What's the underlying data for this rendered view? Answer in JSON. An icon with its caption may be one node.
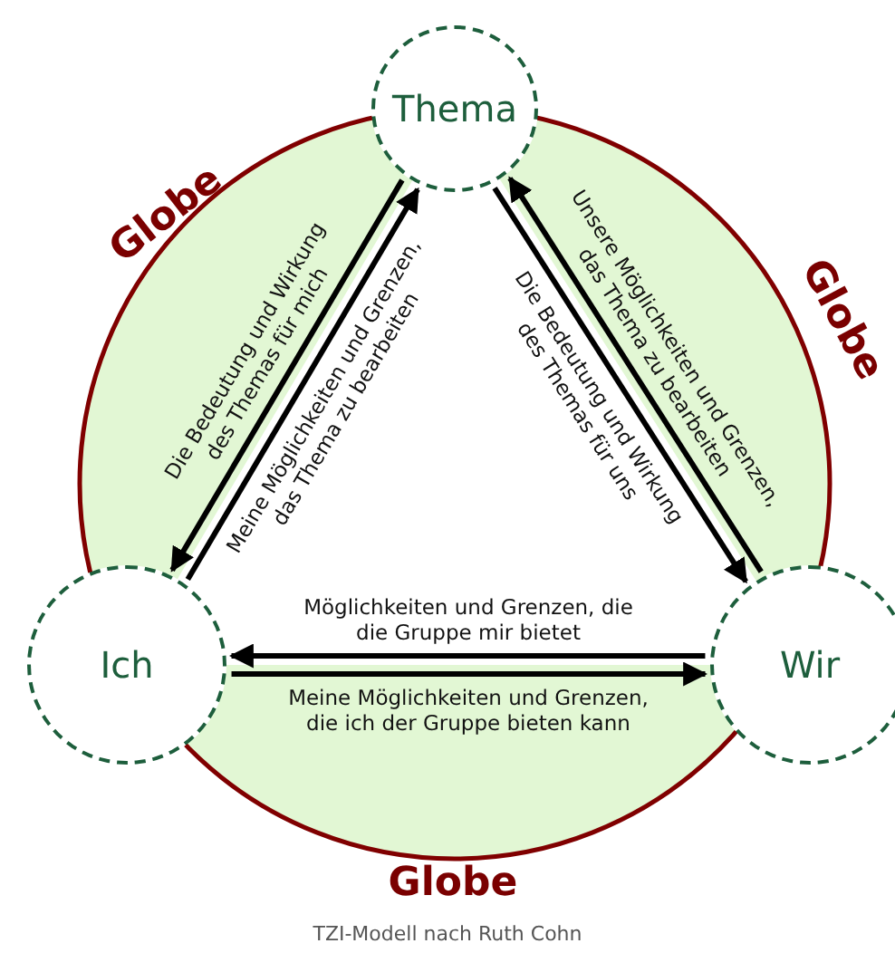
{
  "diagram": {
    "caption": "TZI-Modell nach Ruth Cohn",
    "nodes": [
      {
        "text": [
          "Thema"
        ]
      },
      {
        "text": [
          "Ich"
        ]
      },
      {
        "text": [
          "Wir"
        ]
      }
    ],
    "edges": [
      {
        "from": 0,
        "to": 1,
        "arrow": "to",
        "label": "Die Bedeutung und Wirkung des Themas für mich"
      },
      {
        "from": 1,
        "to": 0,
        "arrow": "to",
        "label": "Meine Möglichkeiten und Grenzen, das Thema zu bearbeiten"
      },
      {
        "from": 2,
        "to": 0,
        "arrow": "to",
        "label": "Unsere Möglichkeiten und Grenzen, das Thema zu bearbeiten"
      },
      {
        "from": 0,
        "to": 2,
        "arrow": "to",
        "label": "Die Bedeutung und Wirkung des Themas für uns"
      },
      {
        "from": 2,
        "to": 1,
        "arrow": "to",
        "label": "Möglichkeiten und Grenzen, die die Gruppe mir bietet"
      },
      {
        "from": 1,
        "to": 2,
        "arrow": "to",
        "label": "Meine Möglichkeiten und Grenzen, die ich der Gruppe bieten kann"
      }
    ],
    "labels": [
      "Globe",
      "Globe",
      "Globe"
    ]
  }
}
